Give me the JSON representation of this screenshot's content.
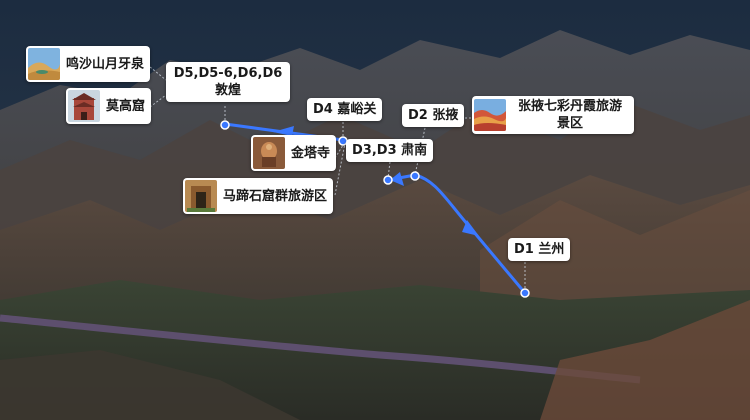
{
  "map": {
    "colors": {
      "route": "#3a78ff",
      "sky": "#243447",
      "terrain": "#3e3a35",
      "highway": "#5a4e6a"
    },
    "stops": [
      {
        "id": "d1",
        "label": "D1 兰州"
      },
      {
        "id": "d2",
        "label": "D2 张掖"
      },
      {
        "id": "d3",
        "label": "D3,D3 肃南"
      },
      {
        "id": "d4",
        "label": "D4 嘉峪关"
      },
      {
        "id": "d5",
        "label_line1": "D5,D5-6,D6,D6",
        "label_line2": "敦煌"
      }
    ],
    "pois": [
      {
        "id": "mingsha",
        "name": "鸣沙山月牙泉",
        "icon": "desert-photo"
      },
      {
        "id": "mogao",
        "name": "莫高窟",
        "icon": "temple-photo"
      },
      {
        "id": "jinta",
        "name": "金塔寺",
        "icon": "cave-buddha-photo"
      },
      {
        "id": "mati",
        "name": "马蹄石窟群旅游区",
        "icon": "grotto-photo"
      },
      {
        "id": "danxia",
        "name": "张掖七彩丹霞旅游景区",
        "icon": "danxia-photo"
      }
    ]
  }
}
